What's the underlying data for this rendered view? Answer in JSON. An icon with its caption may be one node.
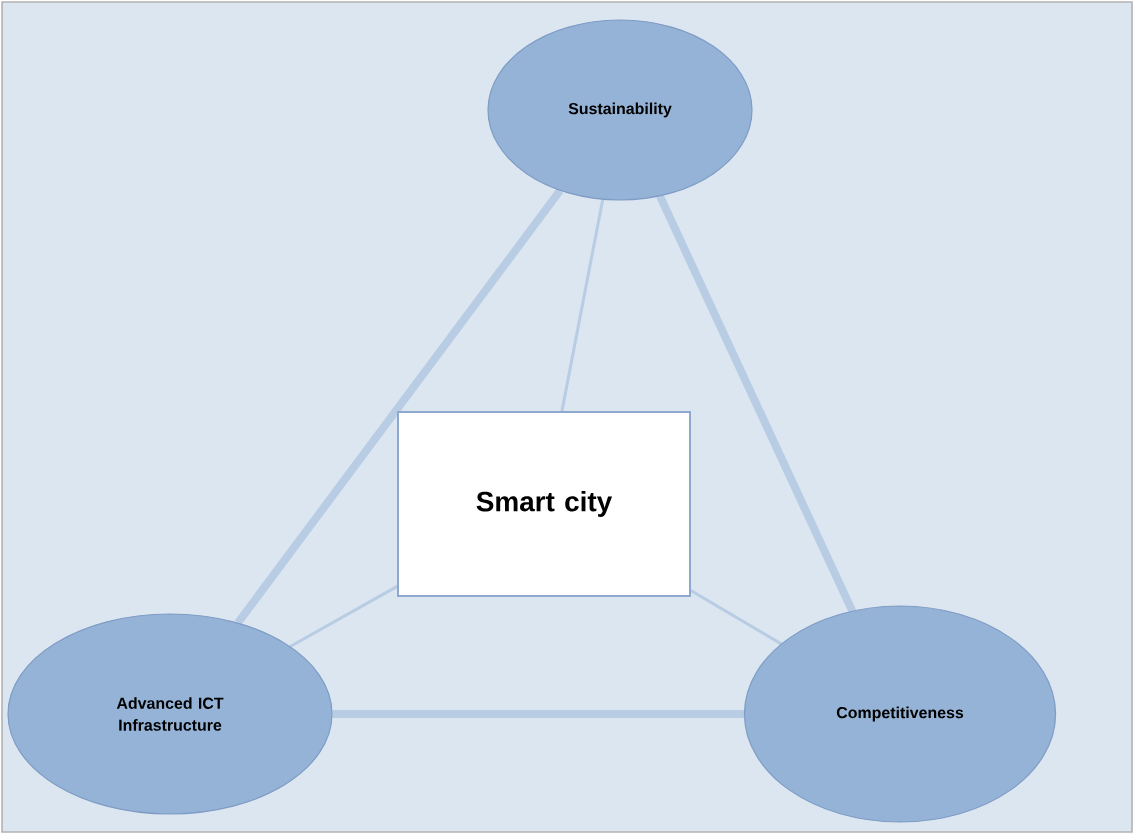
{
  "diagram": {
    "nodes": [
      {
        "text": [
          "Sustainability"
        ]
      },
      {
        "text": [
          "Smart city"
        ]
      },
      {
        "text": [
          "Advanced ICT Infrastructure"
        ]
      },
      {
        "text": [
          "Competitiveness"
        ]
      }
    ],
    "edges": [
      {
        "from": 0,
        "to": 2,
        "arrow": "none",
        "style": "thick"
      },
      {
        "from": 0,
        "to": 3,
        "arrow": "none",
        "style": "thick"
      },
      {
        "from": 2,
        "to": 3,
        "arrow": "none",
        "style": "thick"
      },
      {
        "from": 1,
        "to": 0,
        "arrow": "none"
      },
      {
        "from": 1,
        "to": 2,
        "arrow": "none"
      },
      {
        "from": 1,
        "to": 3,
        "arrow": "none"
      }
    ]
  }
}
